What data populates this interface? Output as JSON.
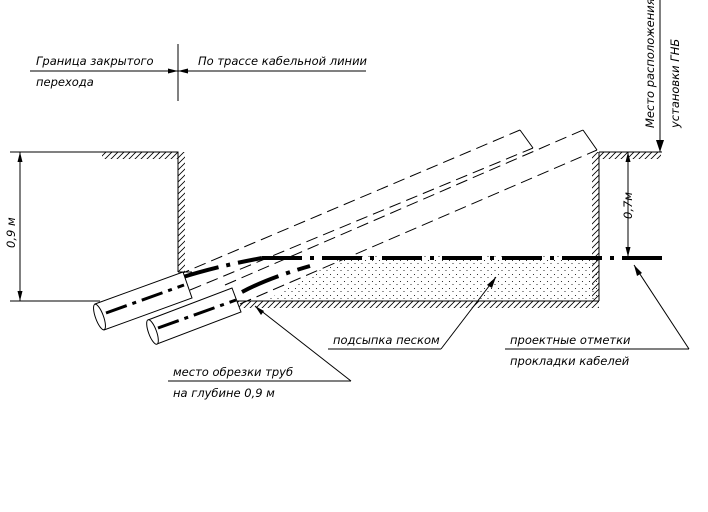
{
  "labels": {
    "boundary_line1": "Граница закрытого",
    "boundary_line2": "перехода",
    "route": "По трассе кабельной линии",
    "hdd_line1": "Место расположения",
    "hdd_line2": "установки ГНБ",
    "depth_left": "0,9 м",
    "depth_right": "0,7м",
    "sand": "подсыпка песком",
    "marks_line1": "проектные отметки",
    "marks_line2": "прокладки кабелей",
    "cut_line1": "место обрезки труб",
    "cut_line2": "на глубине 0,9 м"
  }
}
